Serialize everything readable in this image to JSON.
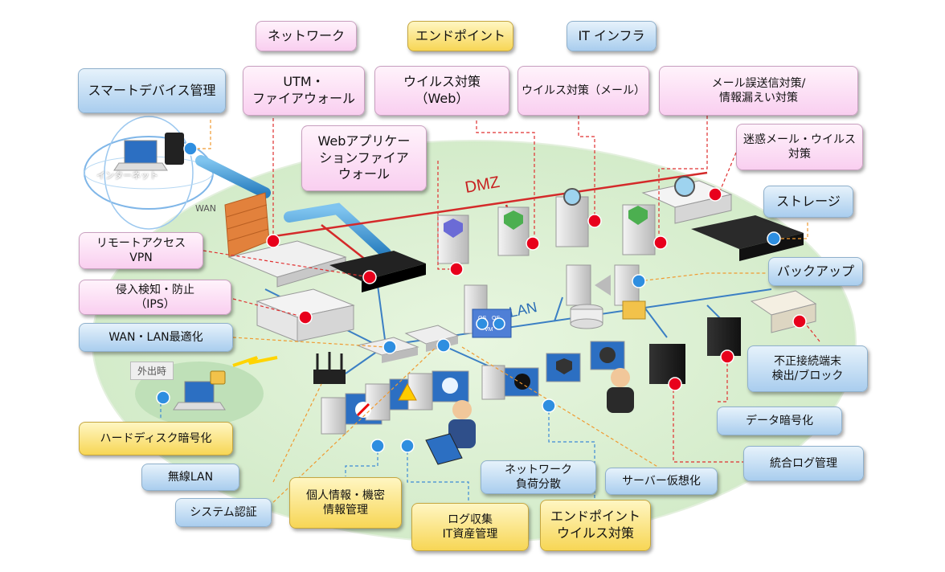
{
  "legend": {
    "network": "ネットワーク",
    "endpoint": "エンドポイント",
    "it_infra": "IT インフラ"
  },
  "labels": {
    "smart_device": "スマートデバイス管理",
    "utm": "UTM・\nファイアウォール",
    "virus_web": "ウイルス対策\n（Web）",
    "virus_mail": "ウイルス対策（メール）",
    "mail_misdelivery": "メール誤送信対策/\n情報漏えい対策",
    "waf": "Webアプリケー\nションファイア\nウォール",
    "spam": "迷惑メール・ウイルス\n対策",
    "storage": "ストレージ",
    "remote_vpn": "リモートアクセス\nVPN",
    "backup": "バックアップ",
    "ips": "侵入検知・防止\n（IPS）",
    "wan_lan": "WAN・LAN最適化",
    "nac": "不正接続端末\n検出/ブロック",
    "disk_enc": "ハードディスク暗号化",
    "data_enc": "データ暗号化",
    "log_mgmt": "統合ログ管理",
    "wireless": "無線LAN",
    "load_balance": "ネットワーク\n負荷分散",
    "server_virt": "サーバー仮想化",
    "sys_auth": "システム認証",
    "personal_info": "個人情報・機密\n情報管理",
    "log_collect": "ログ収集\nIT資産管理",
    "endpoint_av": "エンドポイント\nウイルス対策"
  },
  "tags": {
    "internet": "インターネット",
    "wan": "WAN",
    "dmz": "DMZ",
    "lan": "LAN",
    "outside": "外出時",
    "os": "OS",
    "vm": "VM"
  },
  "colors": {
    "ground": "#d9efd0",
    "dmz_line": "#d42a2a",
    "lan_line": "#3b7fc4",
    "red_dot": "#e8001c",
    "blue_dot": "#2e8ee0",
    "pink_box": "#f9cff0",
    "blue_box": "#a9cdee",
    "yellow_box": "#f7d655"
  }
}
